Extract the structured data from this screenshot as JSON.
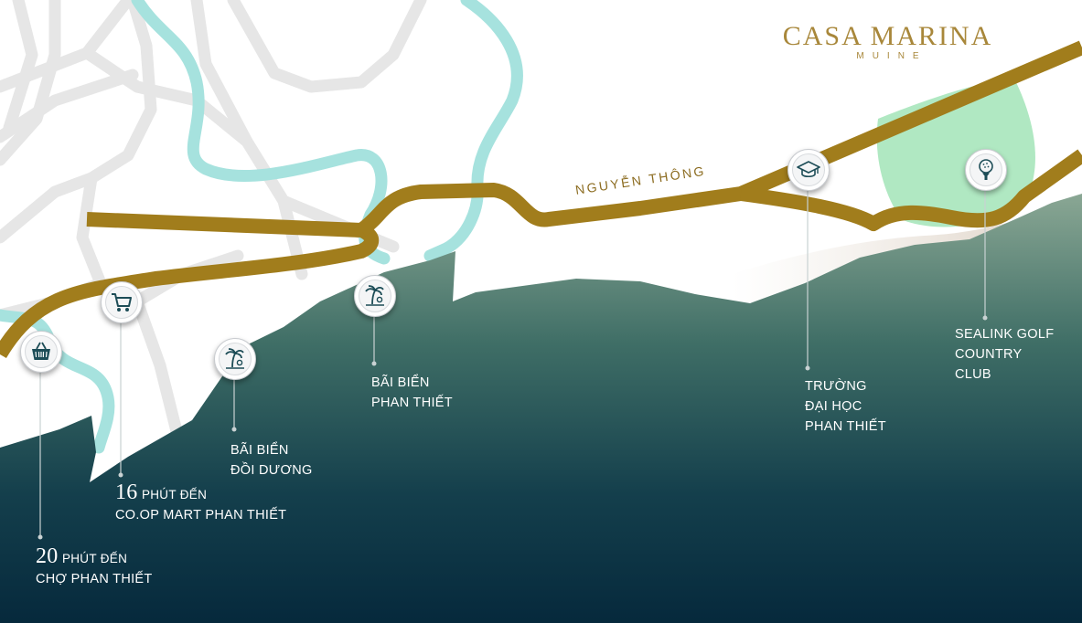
{
  "brand": {
    "name": "CASA MARINA",
    "sub": "MUINE"
  },
  "road": {
    "name": "NGUYỄN THÔNG"
  },
  "colors": {
    "gold": "#a8873a",
    "road": "#a17d1c",
    "river": "#a6e2de",
    "sea_dark": "#06293c",
    "sea_light": "#7a9a88",
    "golf_green": "#b0e8c2"
  },
  "pois": [
    {
      "icon": "basket-icon",
      "lead": "20",
      "line1": "PHÚT ĐẾN",
      "line2": "CHỢ PHAN THIẾT"
    },
    {
      "icon": "shopping-cart-icon",
      "lead": "16",
      "line1": "PHÚT ĐẾN",
      "line2": "CO.OP MART PHAN THIẾT"
    },
    {
      "icon": "palm-beach-icon",
      "line1": "BÃI BIỂN",
      "line2": "ĐỒI DƯƠNG"
    },
    {
      "icon": "palm-beach-icon",
      "line1": "BÃI BIỂN",
      "line2": "PHAN THIẾT"
    },
    {
      "icon": "graduation-cap-icon",
      "line1": "TRƯỜNG",
      "line2": "ĐẠI HỌC",
      "line3": "PHAN THIẾT"
    },
    {
      "icon": "golf-ball-icon",
      "line1": "SEALINK GOLF",
      "line2": "COUNTRY",
      "line3": "CLUB"
    }
  ]
}
